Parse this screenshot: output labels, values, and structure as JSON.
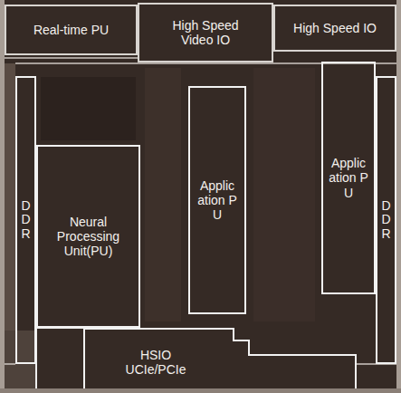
{
  "diagram": {
    "nodes": [
      {
        "text": [
          "Real-time PU"
        ]
      },
      {
        "text": [
          "High Speed Video IO"
        ]
      },
      {
        "text": [
          "High Speed IO"
        ]
      },
      {
        "text": [
          "DDR"
        ]
      },
      {
        "text": [
          "Neural Processing Unit(PU)"
        ]
      },
      {
        "text": [
          "Application PU"
        ]
      },
      {
        "text": [
          "Application PU"
        ]
      },
      {
        "text": [
          "DDR"
        ]
      },
      {
        "text": [
          "HSIO UCIe/PCIe"
        ]
      }
    ]
  }
}
